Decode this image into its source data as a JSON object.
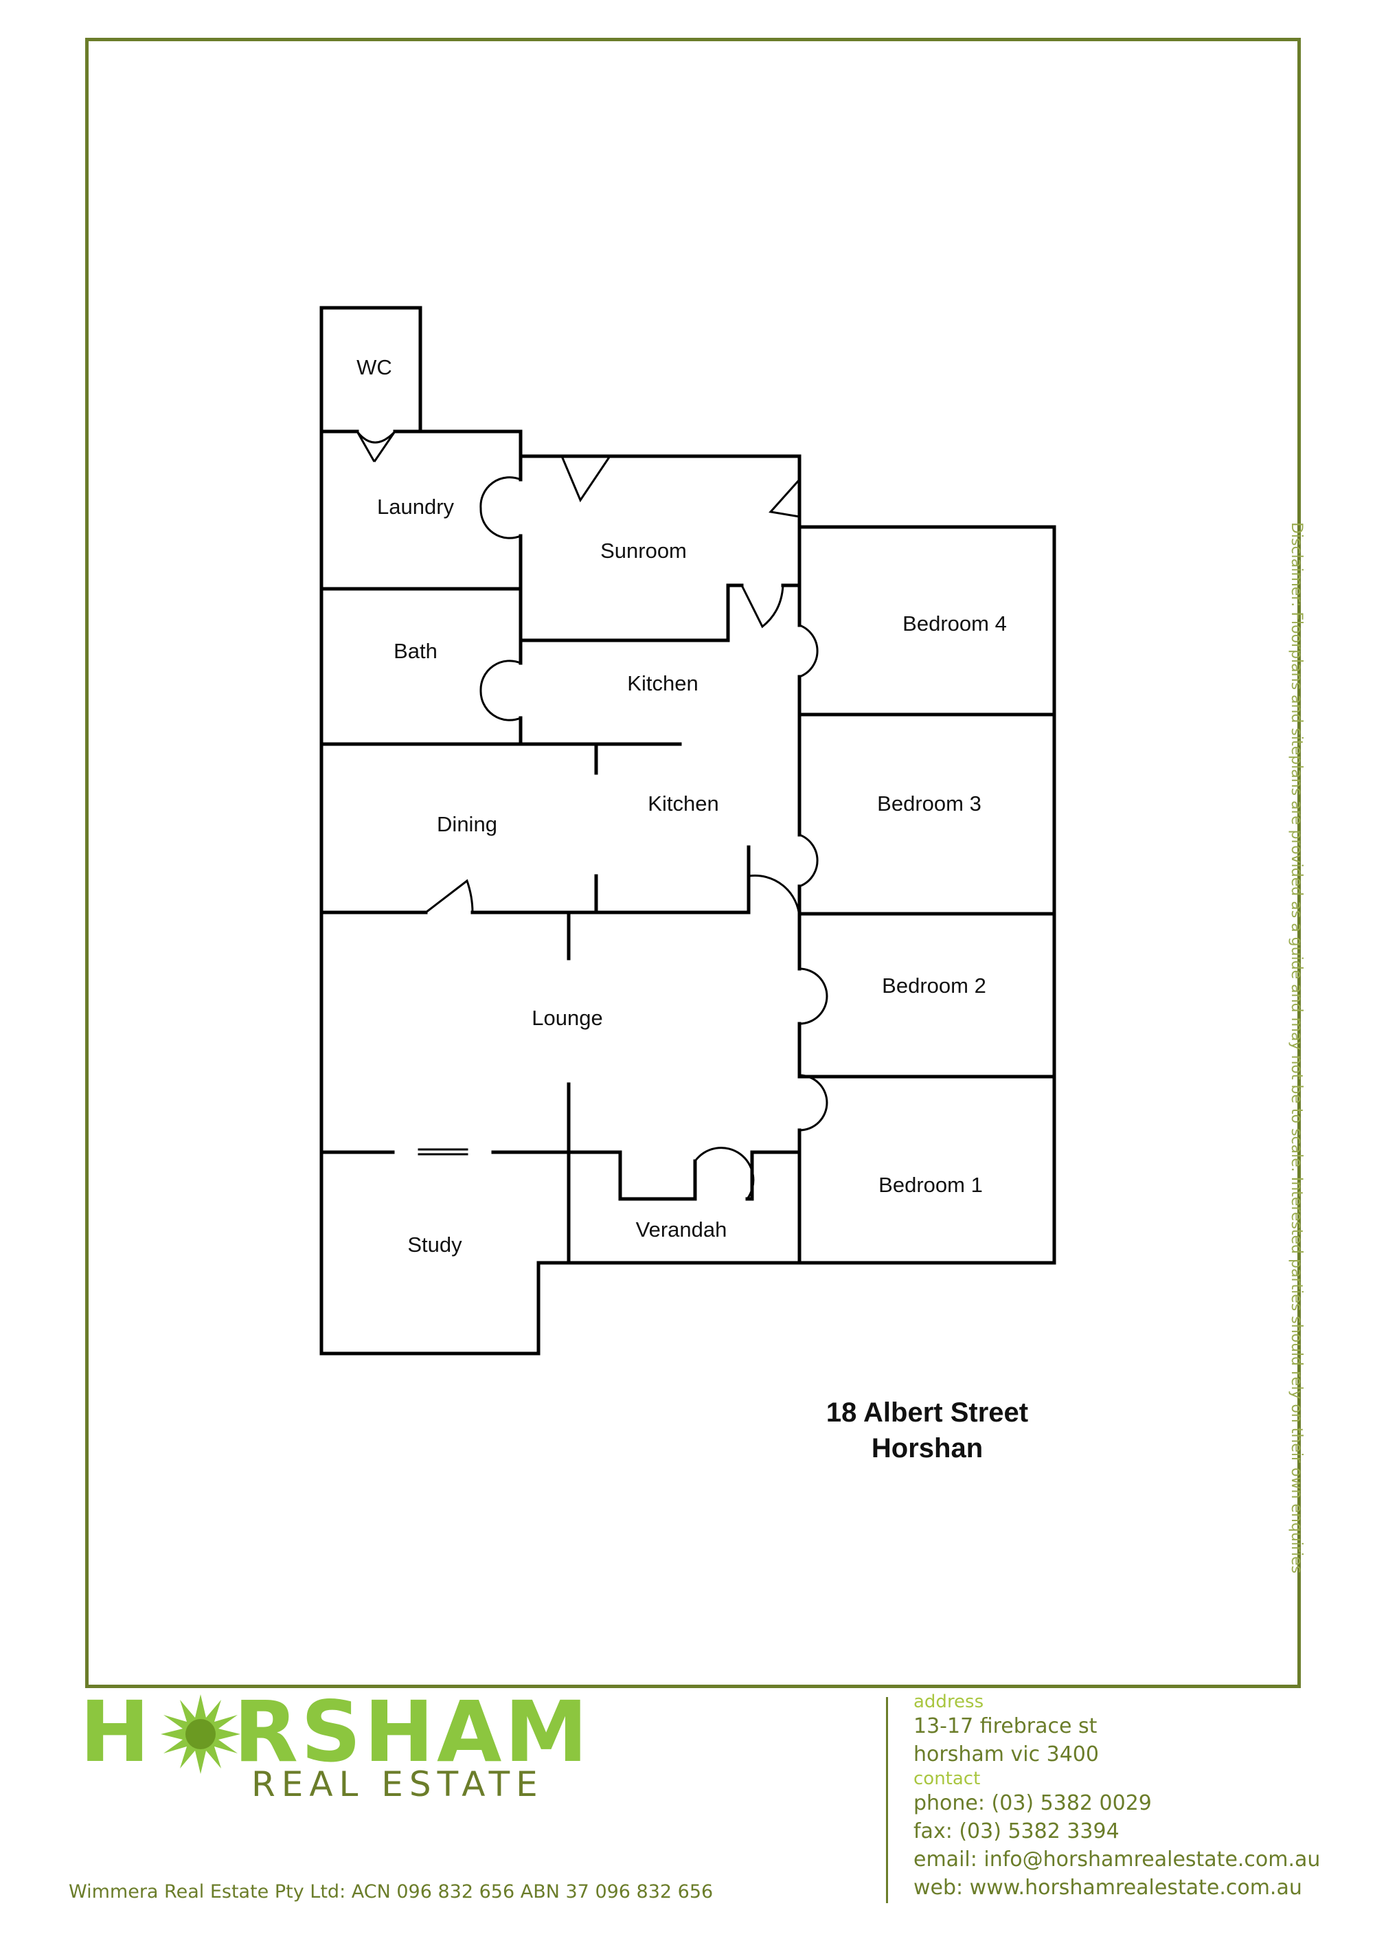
{
  "rooms": {
    "wc": "WC",
    "laundry": "Laundry",
    "sunroom": "Sunroom",
    "bath": "Bath",
    "kitchen_upper": "Kitchen",
    "kitchen_lower": "Kitchen",
    "dining": "Dining",
    "lounge": "Lounge",
    "study": "Study",
    "verandah": "Verandah",
    "bedroom4": "Bedroom 4",
    "bedroom3": "Bedroom 3",
    "bedroom2": "Bedroom 2",
    "bedroom1": "Bedroom 1"
  },
  "property": {
    "street": "18 Albert Street",
    "town": "Horshan"
  },
  "disclaimer": "Disclaimer: Floorplans and siteplans are provided as a guide and may not be to scale. Interested parties should rely on their own enquiries",
  "logo": {
    "word_left": "H",
    "word_right": "RSHAM",
    "subtitle": "REAL ESTATE"
  },
  "company_line": "Wimmera Real Estate Pty Ltd:  ACN 096 832 656    ABN  37 096 832 656",
  "contact": {
    "address_label": "address",
    "address_line1": "13-17 firebrace st",
    "address_line2": "horsham  vic  3400",
    "contact_label": "contact",
    "phone": "phone: (03) 5382 0029",
    "fax": "fax: (03) 5382 3394",
    "email": "email: info@horshamrealestate.com.au",
    "web": "web: www.horshamrealestate.com.au"
  },
  "colors": {
    "frame": "#6b7d2a",
    "logo_green": "#8cc63f",
    "text_dark": "#111111"
  },
  "icons": [
    "sun-star-icon"
  ]
}
